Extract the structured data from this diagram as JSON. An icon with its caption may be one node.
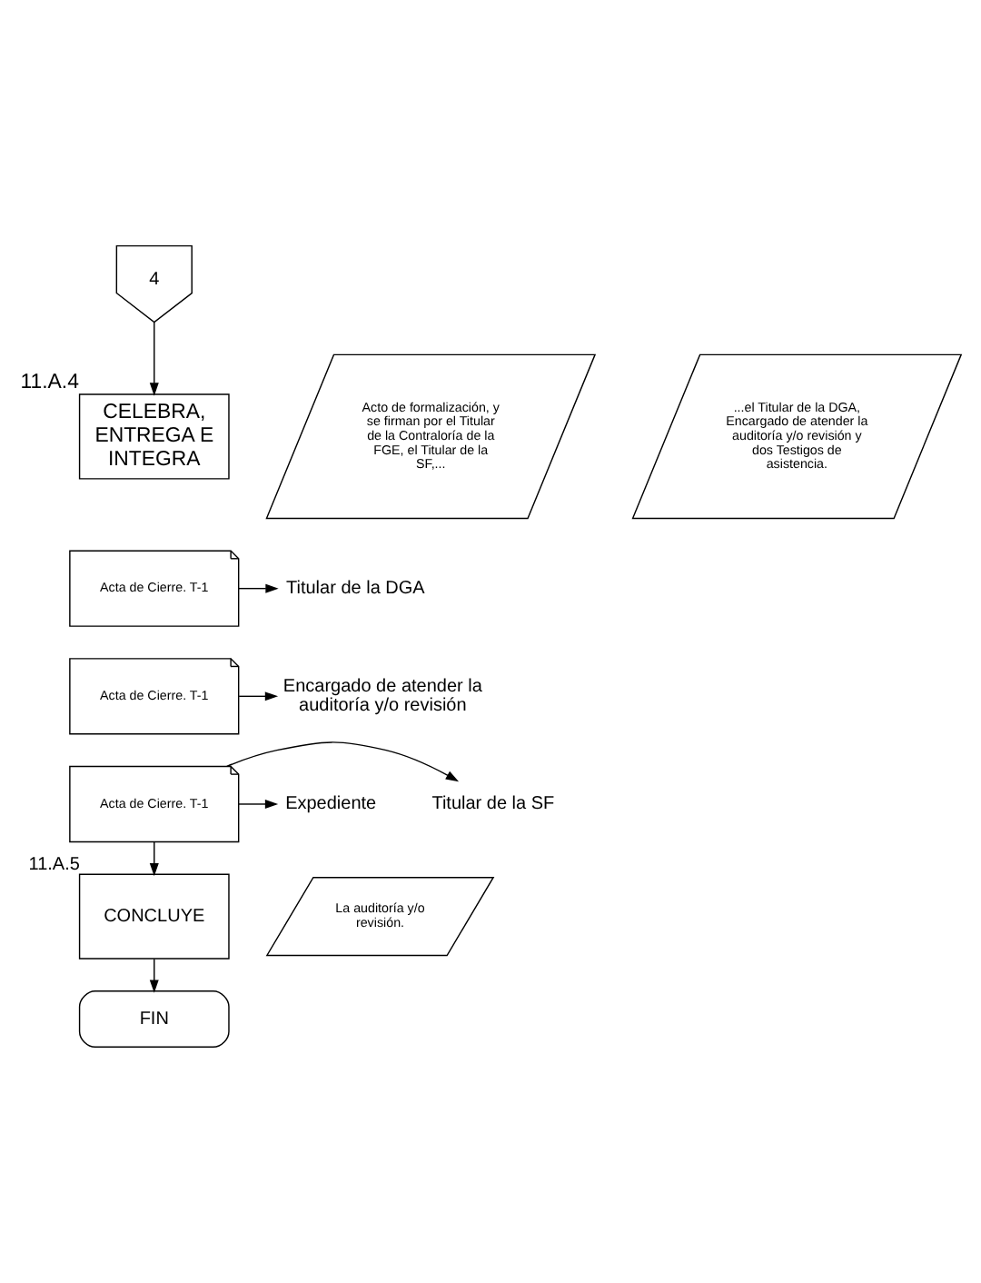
{
  "diagram": {
    "nodes": [
      {
        "text": [
          "4"
        ]
      },
      {
        "text": [
          "CELEBRA, ENTREGA E INTEGRA"
        ],
        "beside": [
          "11.A.4"
        ]
      },
      {
        "text": [
          "Acto de formalización, y se firman por el Titular de la Contraloría de la FGE, el Titular de la SF,..."
        ]
      },
      {
        "text": [
          "...el Titular de la DGA, Encargado de atender la auditoría y/o revisión y dos Testigos de asistencia."
        ]
      },
      {
        "text": [
          "Acta de Cierre. T-1"
        ]
      },
      {
        "text": [
          "Acta de Cierre. T-1"
        ]
      },
      {
        "text": [
          "Acta de Cierre. T-1"
        ]
      },
      {
        "text": [
          "Titular de la DGA"
        ]
      },
      {
        "text": [
          "Encargado de atender la auditoría y/o revisión"
        ]
      },
      {
        "text": [
          "Titular de la SF"
        ]
      },
      {
        "text": [
          "Expediente"
        ]
      },
      {
        "text": [
          "CONCLUYE"
        ],
        "beside": [
          "11.A.5"
        ]
      },
      {
        "text": [
          "La auditoría y/o revisión."
        ]
      },
      {
        "text": [
          "FIN"
        ]
      }
    ],
    "edges": [
      {
        "from": 0,
        "to": 1,
        "arrow": "to"
      },
      {
        "from": 4,
        "to": 7,
        "arrow": "to"
      },
      {
        "from": 5,
        "to": 8,
        "arrow": "to"
      },
      {
        "from": 6,
        "to": 9,
        "arrow": "to"
      },
      {
        "from": 6,
        "to": 10,
        "arrow": "to"
      },
      {
        "from": 6,
        "to": 11,
        "arrow": "to"
      },
      {
        "from": 11,
        "to": 13,
        "arrow": "to"
      }
    ]
  }
}
